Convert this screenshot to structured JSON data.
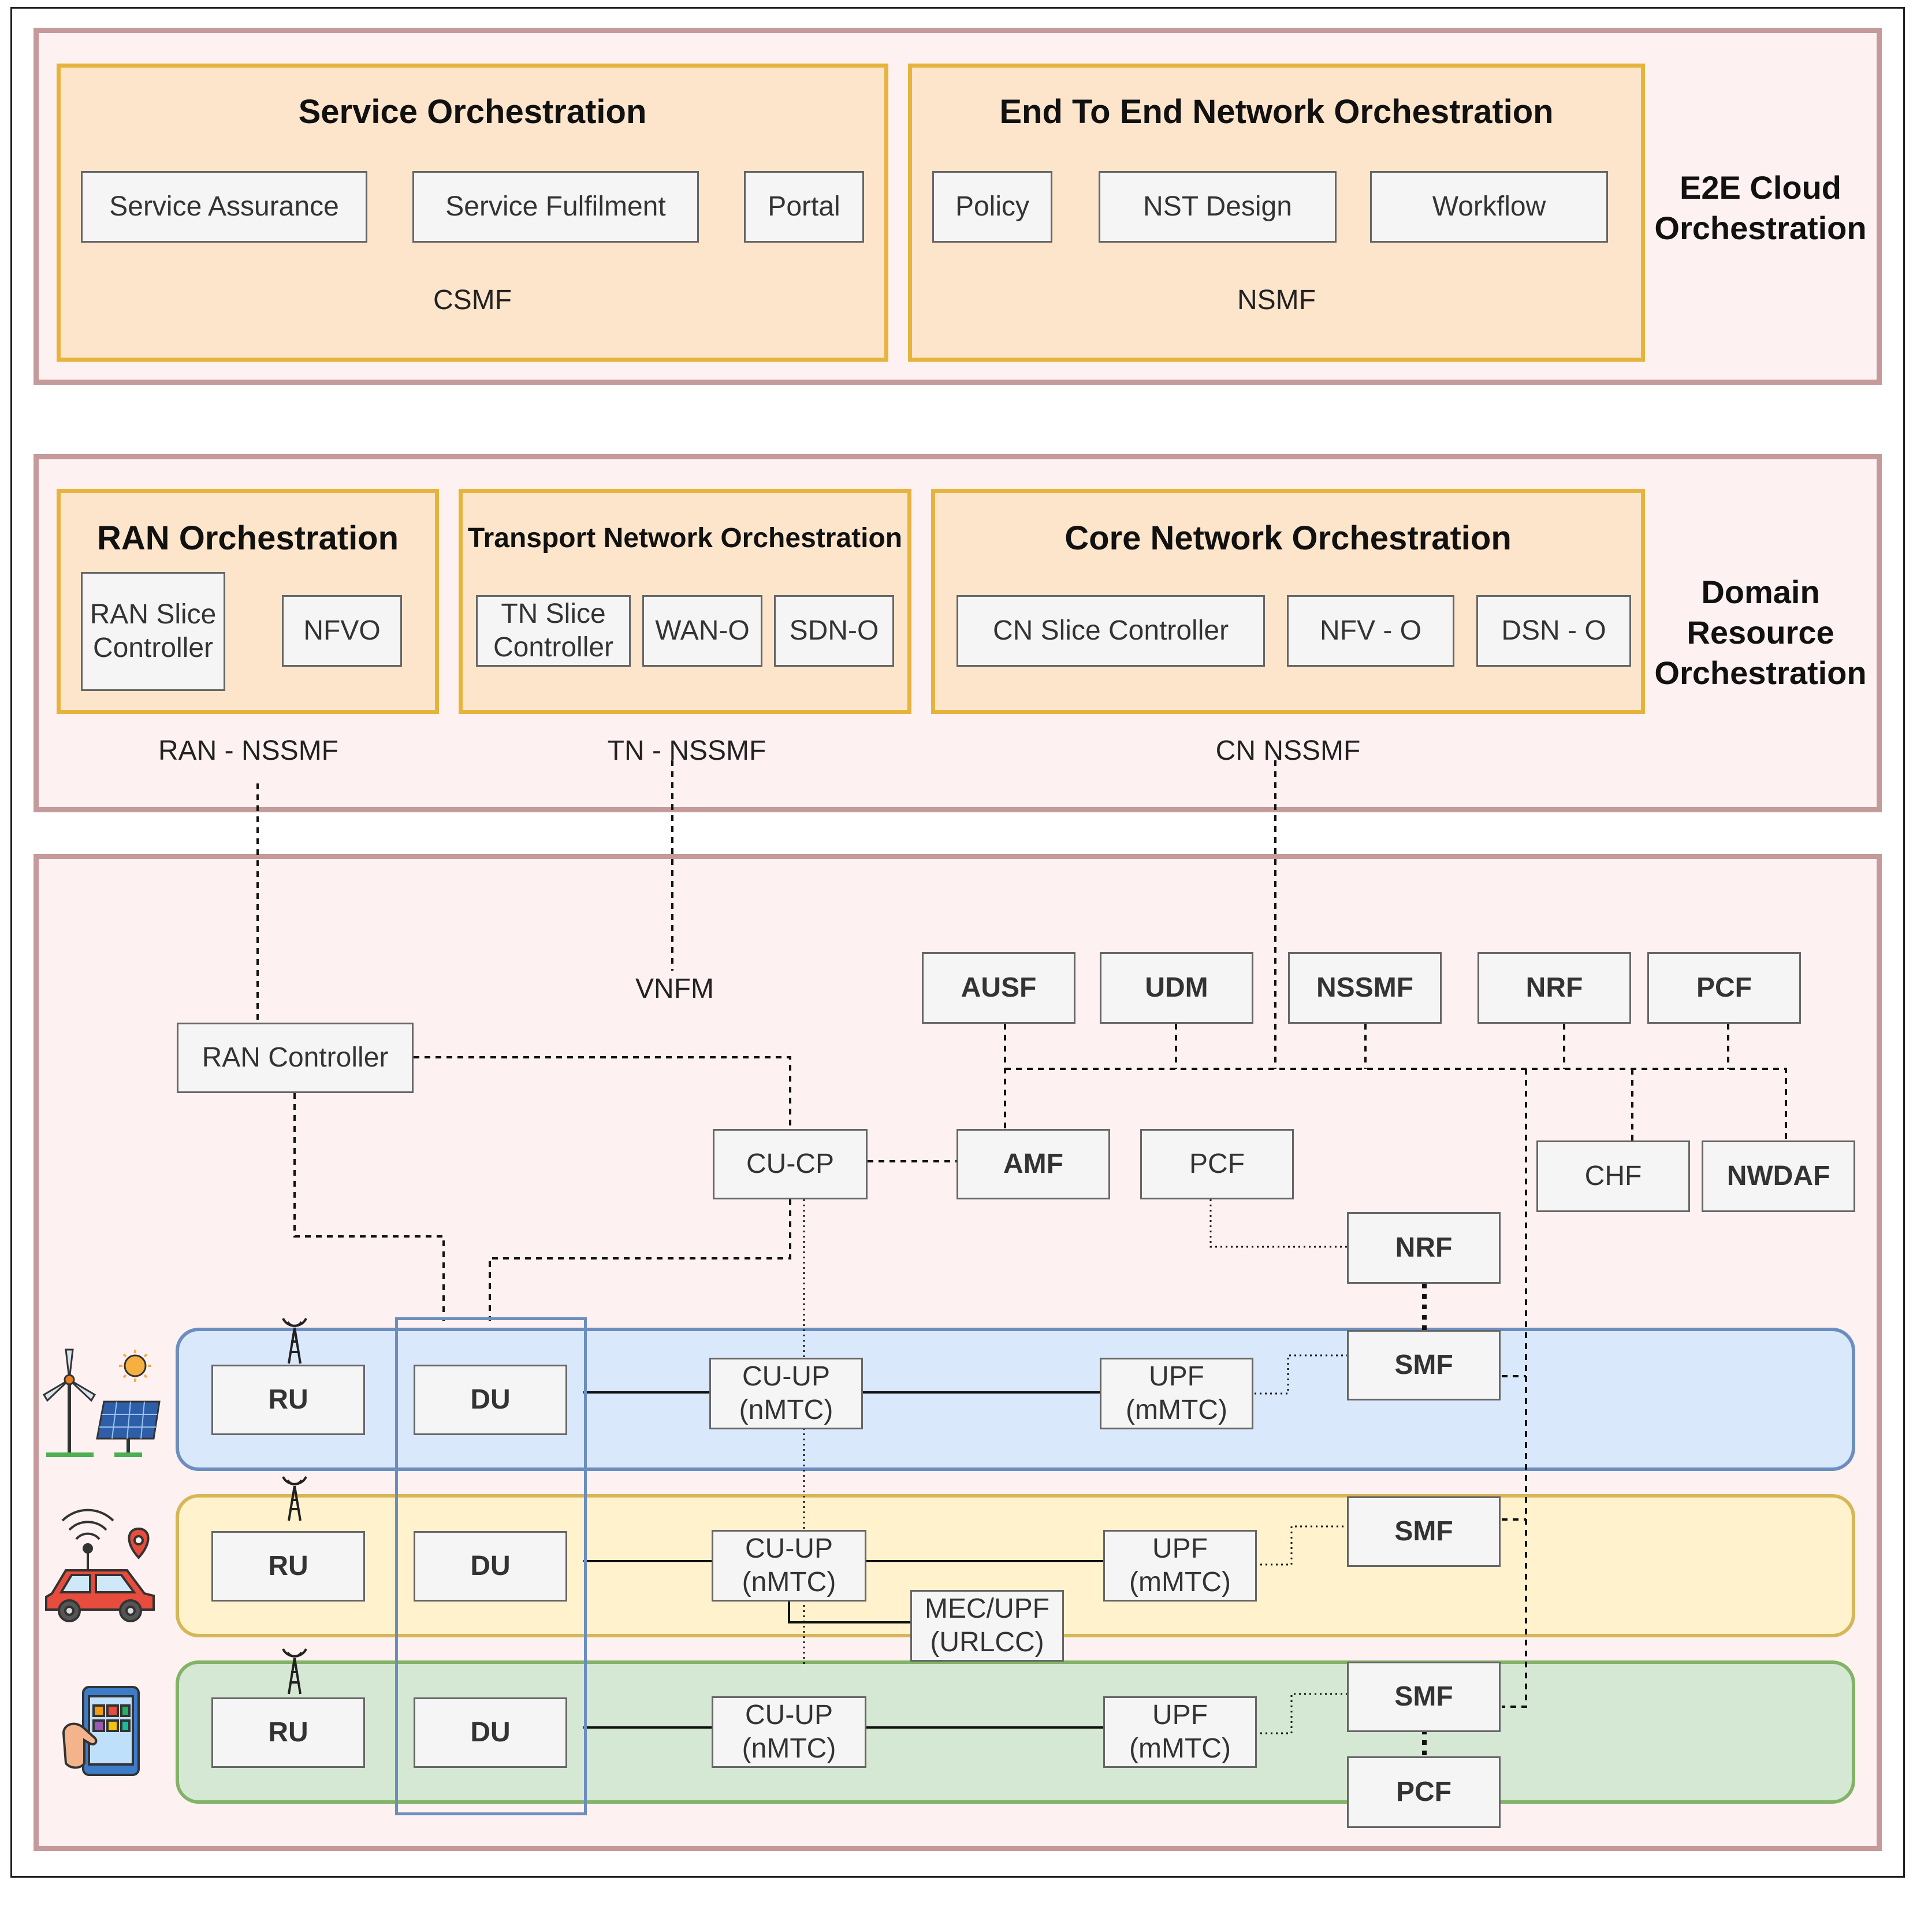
{
  "layer1": {
    "side_label": "E2E Cloud\nOrchestration",
    "service_orch": {
      "title": "Service Orchestration",
      "items": [
        "Service Assurance",
        "Service Fulfilment",
        "Portal"
      ],
      "footer": "CSMF"
    },
    "e2e_orch": {
      "title": "End To End Network Orchestration",
      "items": [
        "Policy",
        "NST Design",
        "Workflow"
      ],
      "footer": "NSMF"
    }
  },
  "layer2": {
    "side_label": "Domain\nResource\nOrchestration",
    "ran_orch": {
      "title": "RAN Orchestration",
      "items": [
        "RAN Slice\nController",
        "NFVO"
      ],
      "footer": "RAN - NSSMF"
    },
    "tn_orch": {
      "title": "Transport Network Orchestration",
      "items": [
        "TN Slice\nController",
        "WAN-O",
        "SDN-O"
      ],
      "footer": "TN - NSSMF"
    },
    "cn_orch": {
      "title": "Core Network Orchestration",
      "items": [
        "CN Slice Controller",
        "NFV - O",
        "DSN - O"
      ],
      "footer": "CN NSSMF"
    }
  },
  "layer3": {
    "vnfm": "VNFM",
    "ran_controller": "RAN Controller",
    "core_top": [
      "AUSF",
      "UDM",
      "NSSMF",
      "NRF",
      "PCF"
    ],
    "cu_cp": "CU-CP",
    "amf": "AMF",
    "pcf_mid": "PCF",
    "chf": "CHF",
    "nwdaf": "NWDAF",
    "nrf_mid": "NRF",
    "slices": [
      {
        "ru": "RU",
        "du": "DU",
        "cu_up": "CU-UP\n(nMTC)",
        "upf": "UPF\n(mMTC)",
        "smf": "SMF",
        "icon": "wind-solar-energy-icon"
      },
      {
        "ru": "RU",
        "du": "DU",
        "cu_up": "CU-UP\n(nMTC)",
        "upf": "UPF\n(mMTC)",
        "smf": "SMF",
        "icon": "connected-car-icon"
      },
      {
        "ru": "RU",
        "du": "DU",
        "cu_up": "CU-UP\n(nMTC)",
        "upf": "UPF\n(mMTC)",
        "smf": "SMF",
        "icon": "smartphone-hand-icon"
      }
    ],
    "mec_upf": "MEC/UPF\n(URLCC)",
    "pcf_bottom": "PCF"
  },
  "colors": {
    "region_fill": "#fdf1f1",
    "region_border": "#c49a9a",
    "orch_fill": "#fde5cc",
    "orch_border": "#e6b43c",
    "lane_blue": "#dae8fc",
    "lane_blue_border": "#6c8ebf",
    "lane_yellow": "#fff2cc",
    "lane_yellow_border": "#d6b656",
    "lane_green": "#d5e8d4",
    "lane_green_border": "#82b366"
  }
}
